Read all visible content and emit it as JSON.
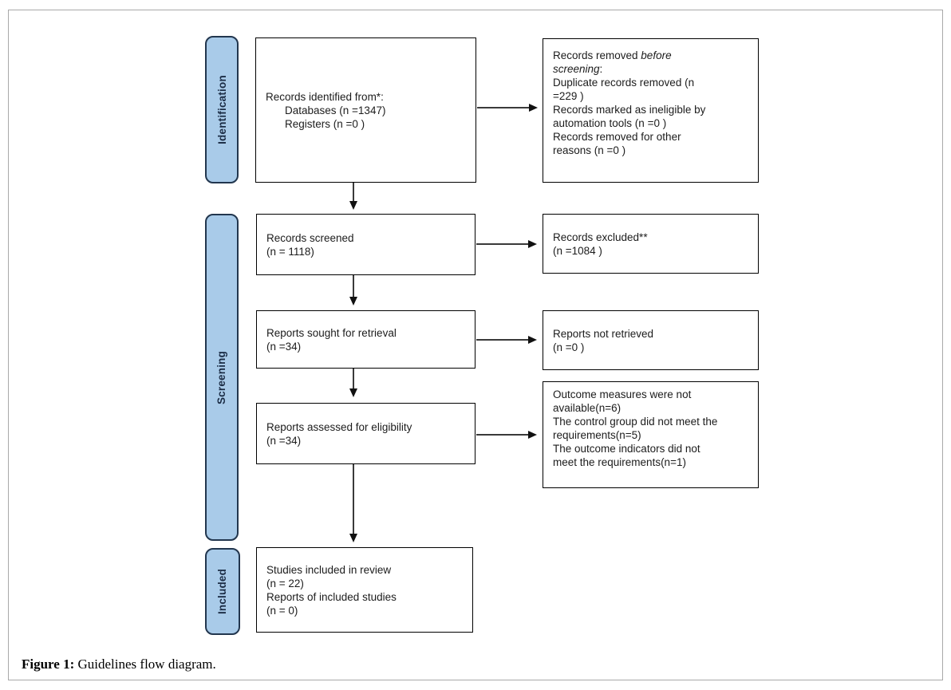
{
  "caption": {
    "label": "Figure 1:",
    "text": " Guidelines flow diagram."
  },
  "sidebar": {
    "identification": "Identification",
    "screening": "Screening",
    "included": "Included"
  },
  "boxes": {
    "identified": {
      "lines": [
        "Records identified from*:",
        "Databases (n =1347)",
        "Registers (n =0 )"
      ]
    },
    "removed": {
      "line1_normal": "Records removed ",
      "line1_italic": "before",
      "line2_italic": "screening",
      "line2_normal": ":",
      "items": [
        "Duplicate records removed (n =229 )",
        "Records marked as ineligible by automation tools (n =0 )",
        "Records removed for other reasons (n =0 )"
      ]
    },
    "screened": {
      "lines": [
        "Records screened",
        "(n = 1118)"
      ]
    },
    "excluded": {
      "lines": [
        "Records excluded**",
        "(n =1084 )"
      ]
    },
    "sought": {
      "lines": [
        "Reports sought for retrieval",
        "(n =34)"
      ]
    },
    "not_retrieved": {
      "lines": [
        "Reports not retrieved",
        "(n =0 )"
      ]
    },
    "assessed": {
      "lines": [
        "Reports assessed for eligibility",
        "(n =34)"
      ]
    },
    "excluded_reasons": {
      "lines": [
        "Outcome measures were not available(n=6)",
        "The control group did not meet the requirements(n=5)",
        "The outcome indicators did not meet the requirements(n=1)"
      ]
    },
    "included_box": {
      "lines": [
        "Studies included in review",
        "(n = 22)",
        "Reports of included studies",
        "(n = 0)"
      ]
    }
  },
  "colors": {
    "stage_fill": "#a9cbe9",
    "stage_border": "#22364e",
    "stage_text": "#1b2c45",
    "box_border": "#000000",
    "outer_border": "#a8a8a8",
    "arrow": "#3a3a3a"
  }
}
